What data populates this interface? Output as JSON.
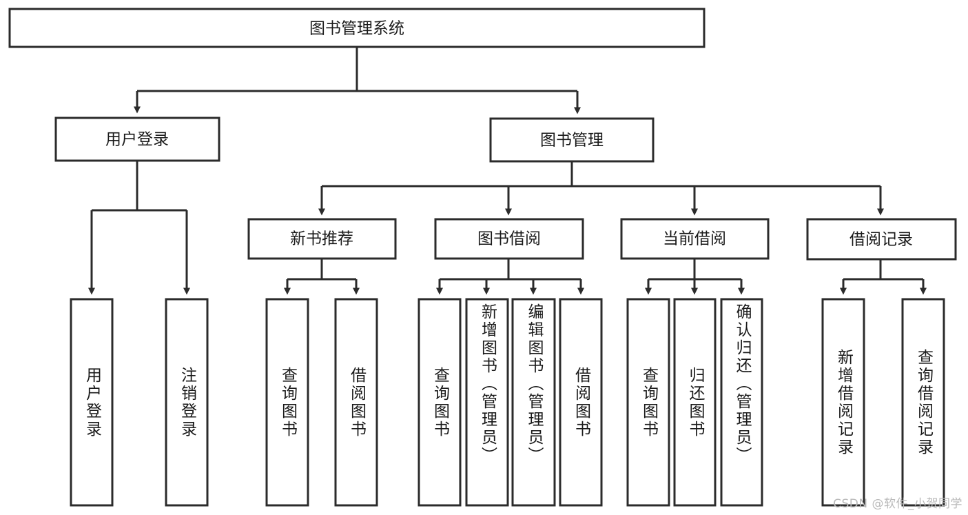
{
  "diagram": {
    "title": "图书管理系统",
    "type": "tree-hierarchy-diagram",
    "orientation": "top-down",
    "colors": {
      "box_stroke": "#2b2b2b",
      "box_fill": "#ffffff",
      "text": "#1a1a1a",
      "connector": "#2b2b2b",
      "background": "#ffffff",
      "watermark": "#b9b9b9"
    },
    "root": {
      "label": "图书管理系统"
    },
    "level2": [
      {
        "label": "用户登录"
      },
      {
        "label": "图书管理"
      }
    ],
    "level3": [
      {
        "label": "新书推荐"
      },
      {
        "label": "图书借阅"
      },
      {
        "label": "当前借阅"
      },
      {
        "label": "借阅记录"
      }
    ],
    "leaves": {
      "user_login": [
        {
          "label": "用户登录"
        },
        {
          "label": "注销登录"
        }
      ],
      "new_book_recommend": [
        {
          "label": "查询图书"
        },
        {
          "label": "借阅图书"
        }
      ],
      "book_borrow": [
        {
          "label": "查询图书"
        },
        {
          "label": "新增图书（管理员）"
        },
        {
          "label": "编辑图书（管理员）"
        },
        {
          "label": "借阅图书"
        }
      ],
      "current_borrow": [
        {
          "label": "查询图书"
        },
        {
          "label": "归还图书"
        },
        {
          "label": "确认归还（管理员）"
        }
      ],
      "borrow_record": [
        {
          "label": "新增借阅记录"
        },
        {
          "label": "查询借阅记录"
        }
      ]
    }
  },
  "watermark": {
    "text": "CSDN @软件_小贺同学"
  }
}
